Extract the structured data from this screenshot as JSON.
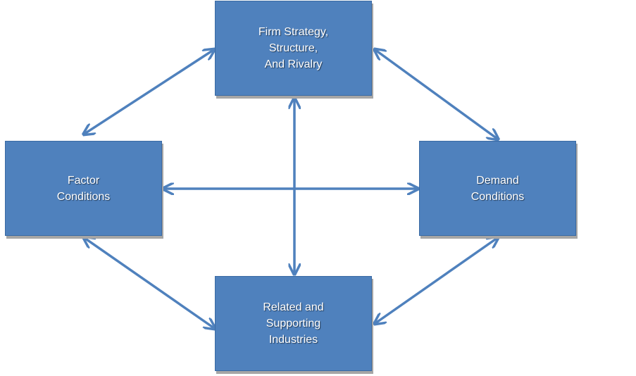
{
  "diagram": {
    "nodes": {
      "firm_strategy": {
        "lines": [
          "Firm Strategy,",
          "Structure,",
          "And Rivalry"
        ]
      },
      "factor_conditions": {
        "lines": [
          "Factor",
          "Conditions"
        ]
      },
      "demand_conditions": {
        "lines": [
          "Demand",
          "Conditions"
        ]
      },
      "related_supporting": {
        "lines": [
          "Related and",
          "Supporting",
          "Industries"
        ]
      }
    },
    "edges": [
      {
        "from": "factor_conditions",
        "to": "firm_strategy",
        "bidirectional": true
      },
      {
        "from": "firm_strategy",
        "to": "demand_conditions",
        "bidirectional": true
      },
      {
        "from": "factor_conditions",
        "to": "related_supporting",
        "bidirectional": true
      },
      {
        "from": "demand_conditions",
        "to": "related_supporting",
        "bidirectional": true
      },
      {
        "from": "factor_conditions",
        "to": "demand_conditions",
        "bidirectional": true
      },
      {
        "from": "firm_strategy",
        "to": "related_supporting",
        "bidirectional": true
      }
    ],
    "colors": {
      "box_fill": "#4f81bd",
      "arrow": "#4f81bd",
      "text": "#ffffff",
      "shadow": "#a6a6a6"
    }
  }
}
